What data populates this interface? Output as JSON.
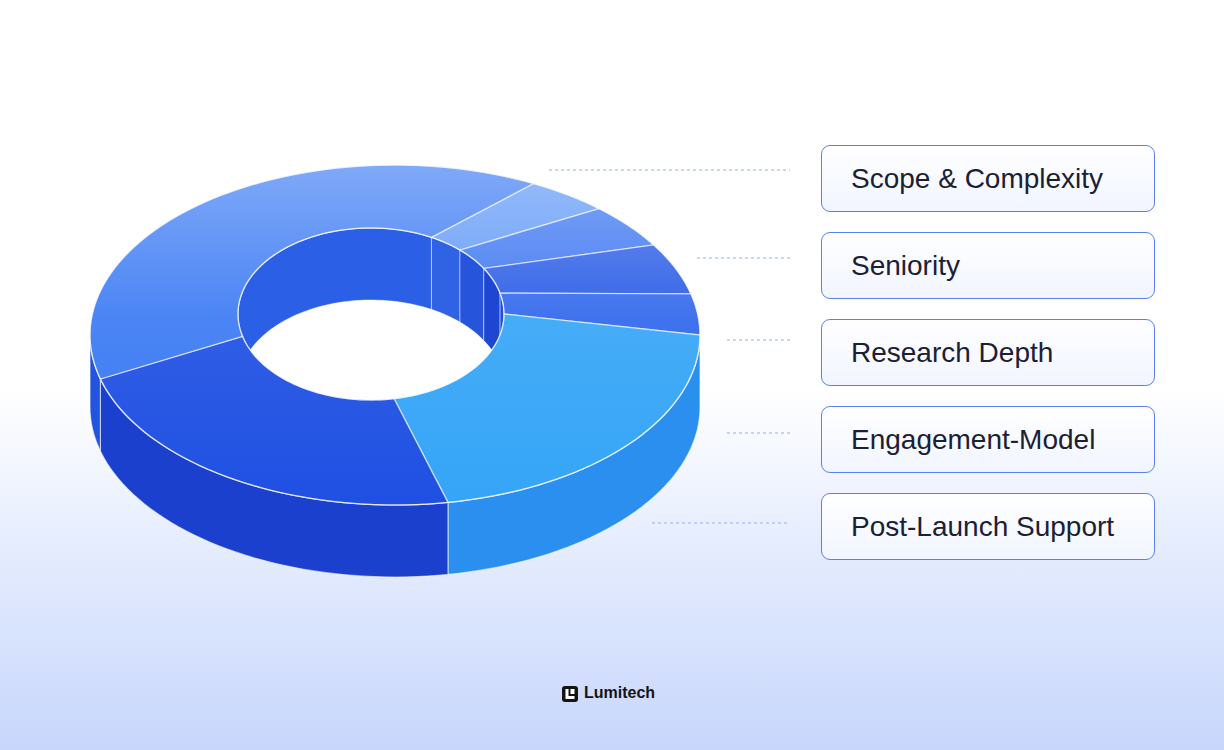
{
  "diagram": {
    "nodes": [
      {
        "text": [
          "Scope & Complexity"
        ]
      },
      {
        "text": [
          "Seniority"
        ]
      },
      {
        "text": [
          "Research Depth"
        ]
      },
      {
        "text": [
          "Engagement-Model"
        ]
      },
      {
        "text": [
          "Post-Launch Support"
        ]
      }
    ],
    "labels": [
      "Lumitech"
    ]
  }
}
